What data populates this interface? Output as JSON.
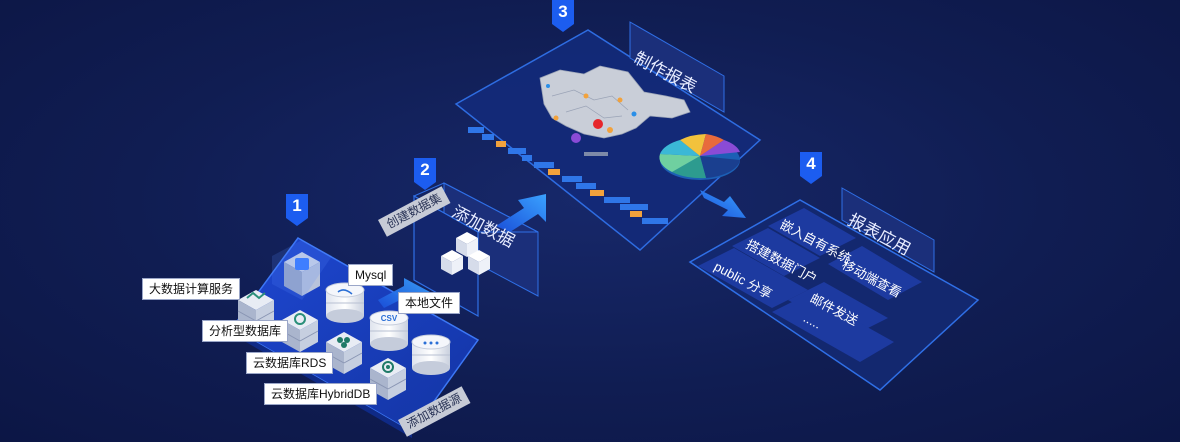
{
  "steps": [
    {
      "number": "1"
    },
    {
      "number": "2",
      "title": "添加数据",
      "tag": "创建数据集"
    },
    {
      "number": "3",
      "title": "制作报表"
    },
    {
      "number": "4",
      "title": "报表应用"
    }
  ],
  "datasources": {
    "platform_tag": "添加数据源",
    "labels": {
      "bigdata": "大数据计算服务",
      "mysql": "Mysql",
      "local_file": "本地文件",
      "analytic_db": "分析型数据库",
      "rds": "云数据库RDS",
      "hybriddb": "云数据库HybridDB"
    },
    "csv_text": "CSV",
    "icons": [
      "bigdata-icon",
      "mysql-icon",
      "csv-file-icon",
      "analytic-db-icon",
      "rds-icon",
      "hybriddb-icon",
      "more-db-icon"
    ]
  },
  "report_apps": {
    "items": [
      "嵌入自有系统",
      "搭建数据门户",
      "移动端查看",
      "public 分享",
      "邮件发送",
      "....."
    ]
  },
  "colors": {
    "accent_blue": "#1c5df0",
    "panel_border": "#2f6fe6",
    "panel_fill": "#142a78",
    "tile_fill": "#1d3aa0",
    "arrow": "#2f8cff"
  }
}
